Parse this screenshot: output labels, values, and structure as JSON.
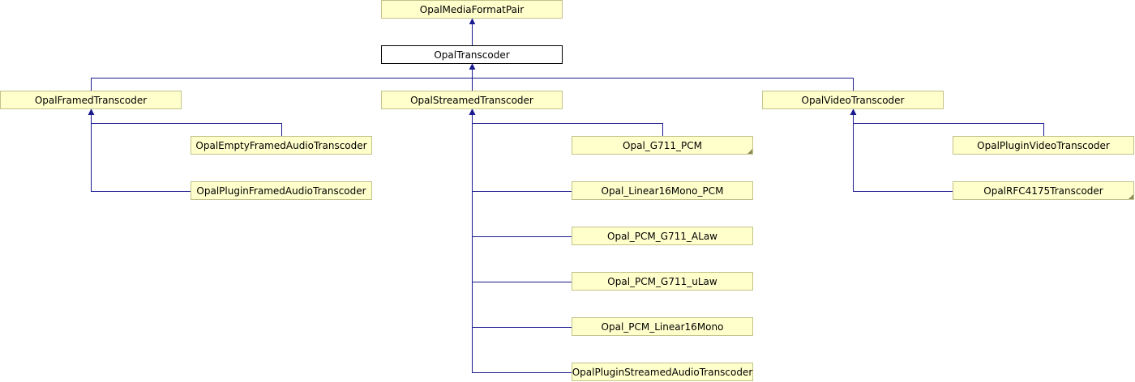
{
  "colors": {
    "node_fill": "#ffffcc",
    "node_border": "#c2c28a",
    "current_fill": "#ffffff",
    "current_border": "#000000",
    "edge": "#1b1b8f"
  },
  "nodes": {
    "media_format_pair": {
      "label": "OpalMediaFormatPair",
      "kind": "class"
    },
    "transcoder": {
      "label": "OpalTranscoder",
      "kind": "current"
    },
    "framed_transcoder": {
      "label": "OpalFramedTranscoder",
      "kind": "class"
    },
    "streamed_transcoder": {
      "label": "OpalStreamedTranscoder",
      "kind": "class"
    },
    "video_transcoder": {
      "label": "OpalVideoTranscoder",
      "kind": "class"
    },
    "empty_framed_audio": {
      "label": "OpalEmptyFramedAudioTranscoder",
      "kind": "class"
    },
    "plugin_framed_audio": {
      "label": "OpalPluginFramedAudioTranscoder",
      "kind": "class"
    },
    "g711_pcm": {
      "label": "Opal_G711_PCM",
      "kind": "truncated"
    },
    "linear16mono_pcm": {
      "label": "Opal_Linear16Mono_PCM",
      "kind": "class"
    },
    "pcm_g711_alaw": {
      "label": "Opal_PCM_G711_ALaw",
      "kind": "class"
    },
    "pcm_g711_ulaw": {
      "label": "Opal_PCM_G711_uLaw",
      "kind": "class"
    },
    "pcm_linear16mono": {
      "label": "Opal_PCM_Linear16Mono",
      "kind": "class"
    },
    "plugin_streamed_audio": {
      "label": "OpalPluginStreamedAudioTranscoder",
      "kind": "class"
    },
    "plugin_video": {
      "label": "OpalPluginVideoTranscoder",
      "kind": "class"
    },
    "rfc4175": {
      "label": "OpalRFC4175Transcoder",
      "kind": "truncated"
    }
  },
  "edges": [
    {
      "from": "transcoder",
      "to": "media_format_pair"
    },
    {
      "from": "framed_transcoder",
      "to": "transcoder"
    },
    {
      "from": "streamed_transcoder",
      "to": "transcoder"
    },
    {
      "from": "video_transcoder",
      "to": "transcoder"
    },
    {
      "from": "empty_framed_audio",
      "to": "framed_transcoder"
    },
    {
      "from": "plugin_framed_audio",
      "to": "framed_transcoder"
    },
    {
      "from": "g711_pcm",
      "to": "streamed_transcoder"
    },
    {
      "from": "linear16mono_pcm",
      "to": "streamed_transcoder"
    },
    {
      "from": "pcm_g711_alaw",
      "to": "streamed_transcoder"
    },
    {
      "from": "pcm_g711_ulaw",
      "to": "streamed_transcoder"
    },
    {
      "from": "pcm_linear16mono",
      "to": "streamed_transcoder"
    },
    {
      "from": "plugin_streamed_audio",
      "to": "streamed_transcoder"
    },
    {
      "from": "plugin_video",
      "to": "video_transcoder"
    },
    {
      "from": "rfc4175",
      "to": "video_transcoder"
    }
  ]
}
